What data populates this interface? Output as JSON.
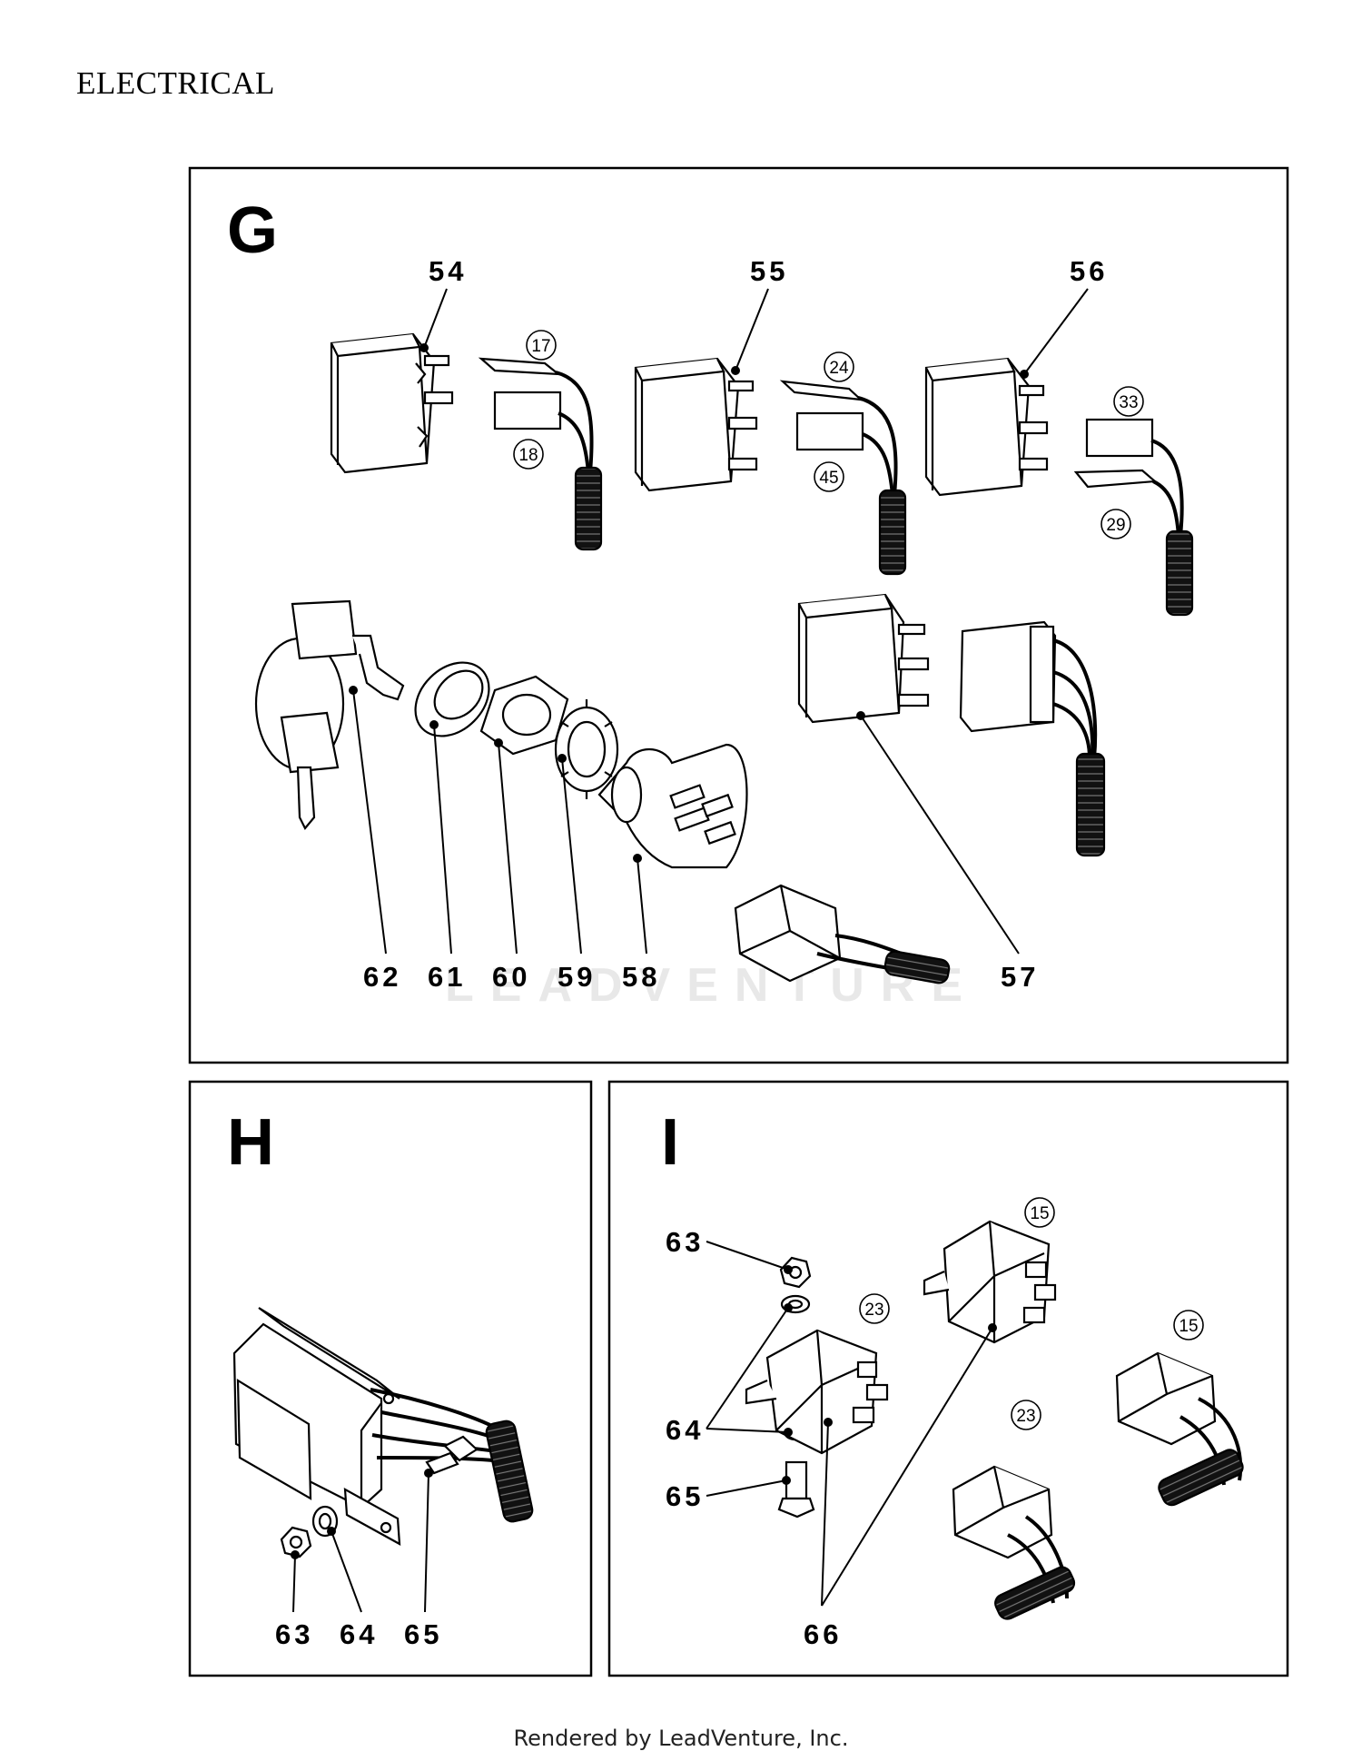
{
  "page": {
    "title": "ELECTRICAL"
  },
  "panels": {
    "G": {
      "letter": "G",
      "labels": [
        "54",
        "55",
        "56",
        "57",
        "58",
        "59",
        "60",
        "61",
        "62"
      ],
      "refs": [
        "17",
        "18",
        "24",
        "45",
        "33",
        "29"
      ]
    },
    "H": {
      "letter": "H",
      "labels": [
        "63",
        "64",
        "65"
      ]
    },
    "I": {
      "letter": "I",
      "labels": [
        "63",
        "64",
        "65",
        "66"
      ],
      "refs": [
        "15",
        "23",
        "15",
        "23"
      ]
    }
  },
  "watermark": "LEADVENTURE",
  "footer": "Rendered by LeadVenture, Inc."
}
